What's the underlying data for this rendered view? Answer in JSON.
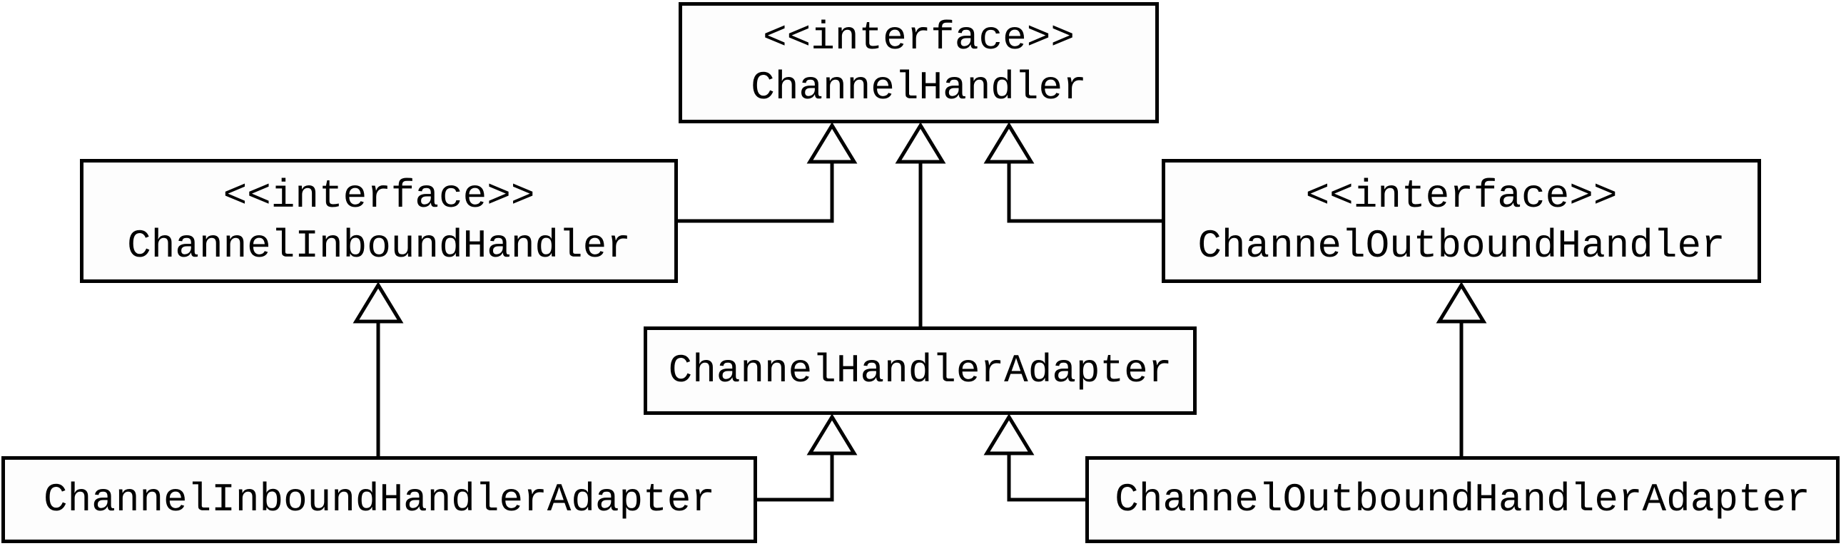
{
  "diagram": {
    "type": "uml-class-diagram",
    "subject": "ChannelHandler class hierarchy",
    "nodes": {
      "channel_handler": {
        "stereotype": "<<interface>>",
        "name": "ChannelHandler",
        "kind": "interface"
      },
      "channel_inbound_handler": {
        "stereotype": "<<interface>>",
        "name": "ChannelInboundHandler",
        "kind": "interface"
      },
      "channel_outbound_handler": {
        "stereotype": "<<interface>>",
        "name": "ChannelOutboundHandler",
        "kind": "interface"
      },
      "channel_handler_adapter": {
        "name": "ChannelHandlerAdapter",
        "kind": "class"
      },
      "channel_inbound_handler_adapter": {
        "name": "ChannelInboundHandlerAdapter",
        "kind": "class"
      },
      "channel_outbound_handler_adapter": {
        "name": "ChannelOutboundHandlerAdapter",
        "kind": "class"
      }
    },
    "edges": [
      {
        "from": "ChannelInboundHandler",
        "to": "ChannelHandler",
        "type": "generalization"
      },
      {
        "from": "ChannelHandlerAdapter",
        "to": "ChannelHandler",
        "type": "generalization"
      },
      {
        "from": "ChannelOutboundHandler",
        "to": "ChannelHandler",
        "type": "generalization"
      },
      {
        "from": "ChannelInboundHandlerAdapter",
        "to": "ChannelInboundHandler",
        "type": "generalization"
      },
      {
        "from": "ChannelInboundHandlerAdapter",
        "to": "ChannelHandlerAdapter",
        "type": "generalization"
      },
      {
        "from": "ChannelOutboundHandlerAdapter",
        "to": "ChannelHandlerAdapter",
        "type": "generalization"
      },
      {
        "from": "ChannelOutboundHandlerAdapter",
        "to": "ChannelOutboundHandler",
        "type": "generalization"
      }
    ],
    "colors": {
      "line": "#000000",
      "box_fill": "#fdfdfd",
      "background": "#ffffff",
      "text": "#000000"
    }
  }
}
